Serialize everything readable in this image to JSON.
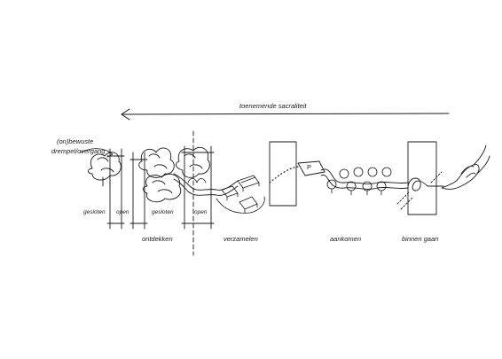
{
  "arrow": {
    "label": "toenemende sacraliteit"
  },
  "annotation": {
    "line1": "(on)bewuste",
    "line2": "drempel/overgang"
  },
  "small_labels": {
    "gesloten_1": "gesloten",
    "open_1": "open",
    "gesloten_2": "gesloten",
    "open_2": "open"
  },
  "phases": {
    "ontdekken": "ontdekken",
    "verzamelen": "verzamelen",
    "aankomen": "aankomen",
    "binnen_gaan": "binnen gaan"
  },
  "parking_sign": "P",
  "icons": [
    "tree-icon",
    "car-icon",
    "parking-icon",
    "hand-icon",
    "arrow-left-icon"
  ]
}
